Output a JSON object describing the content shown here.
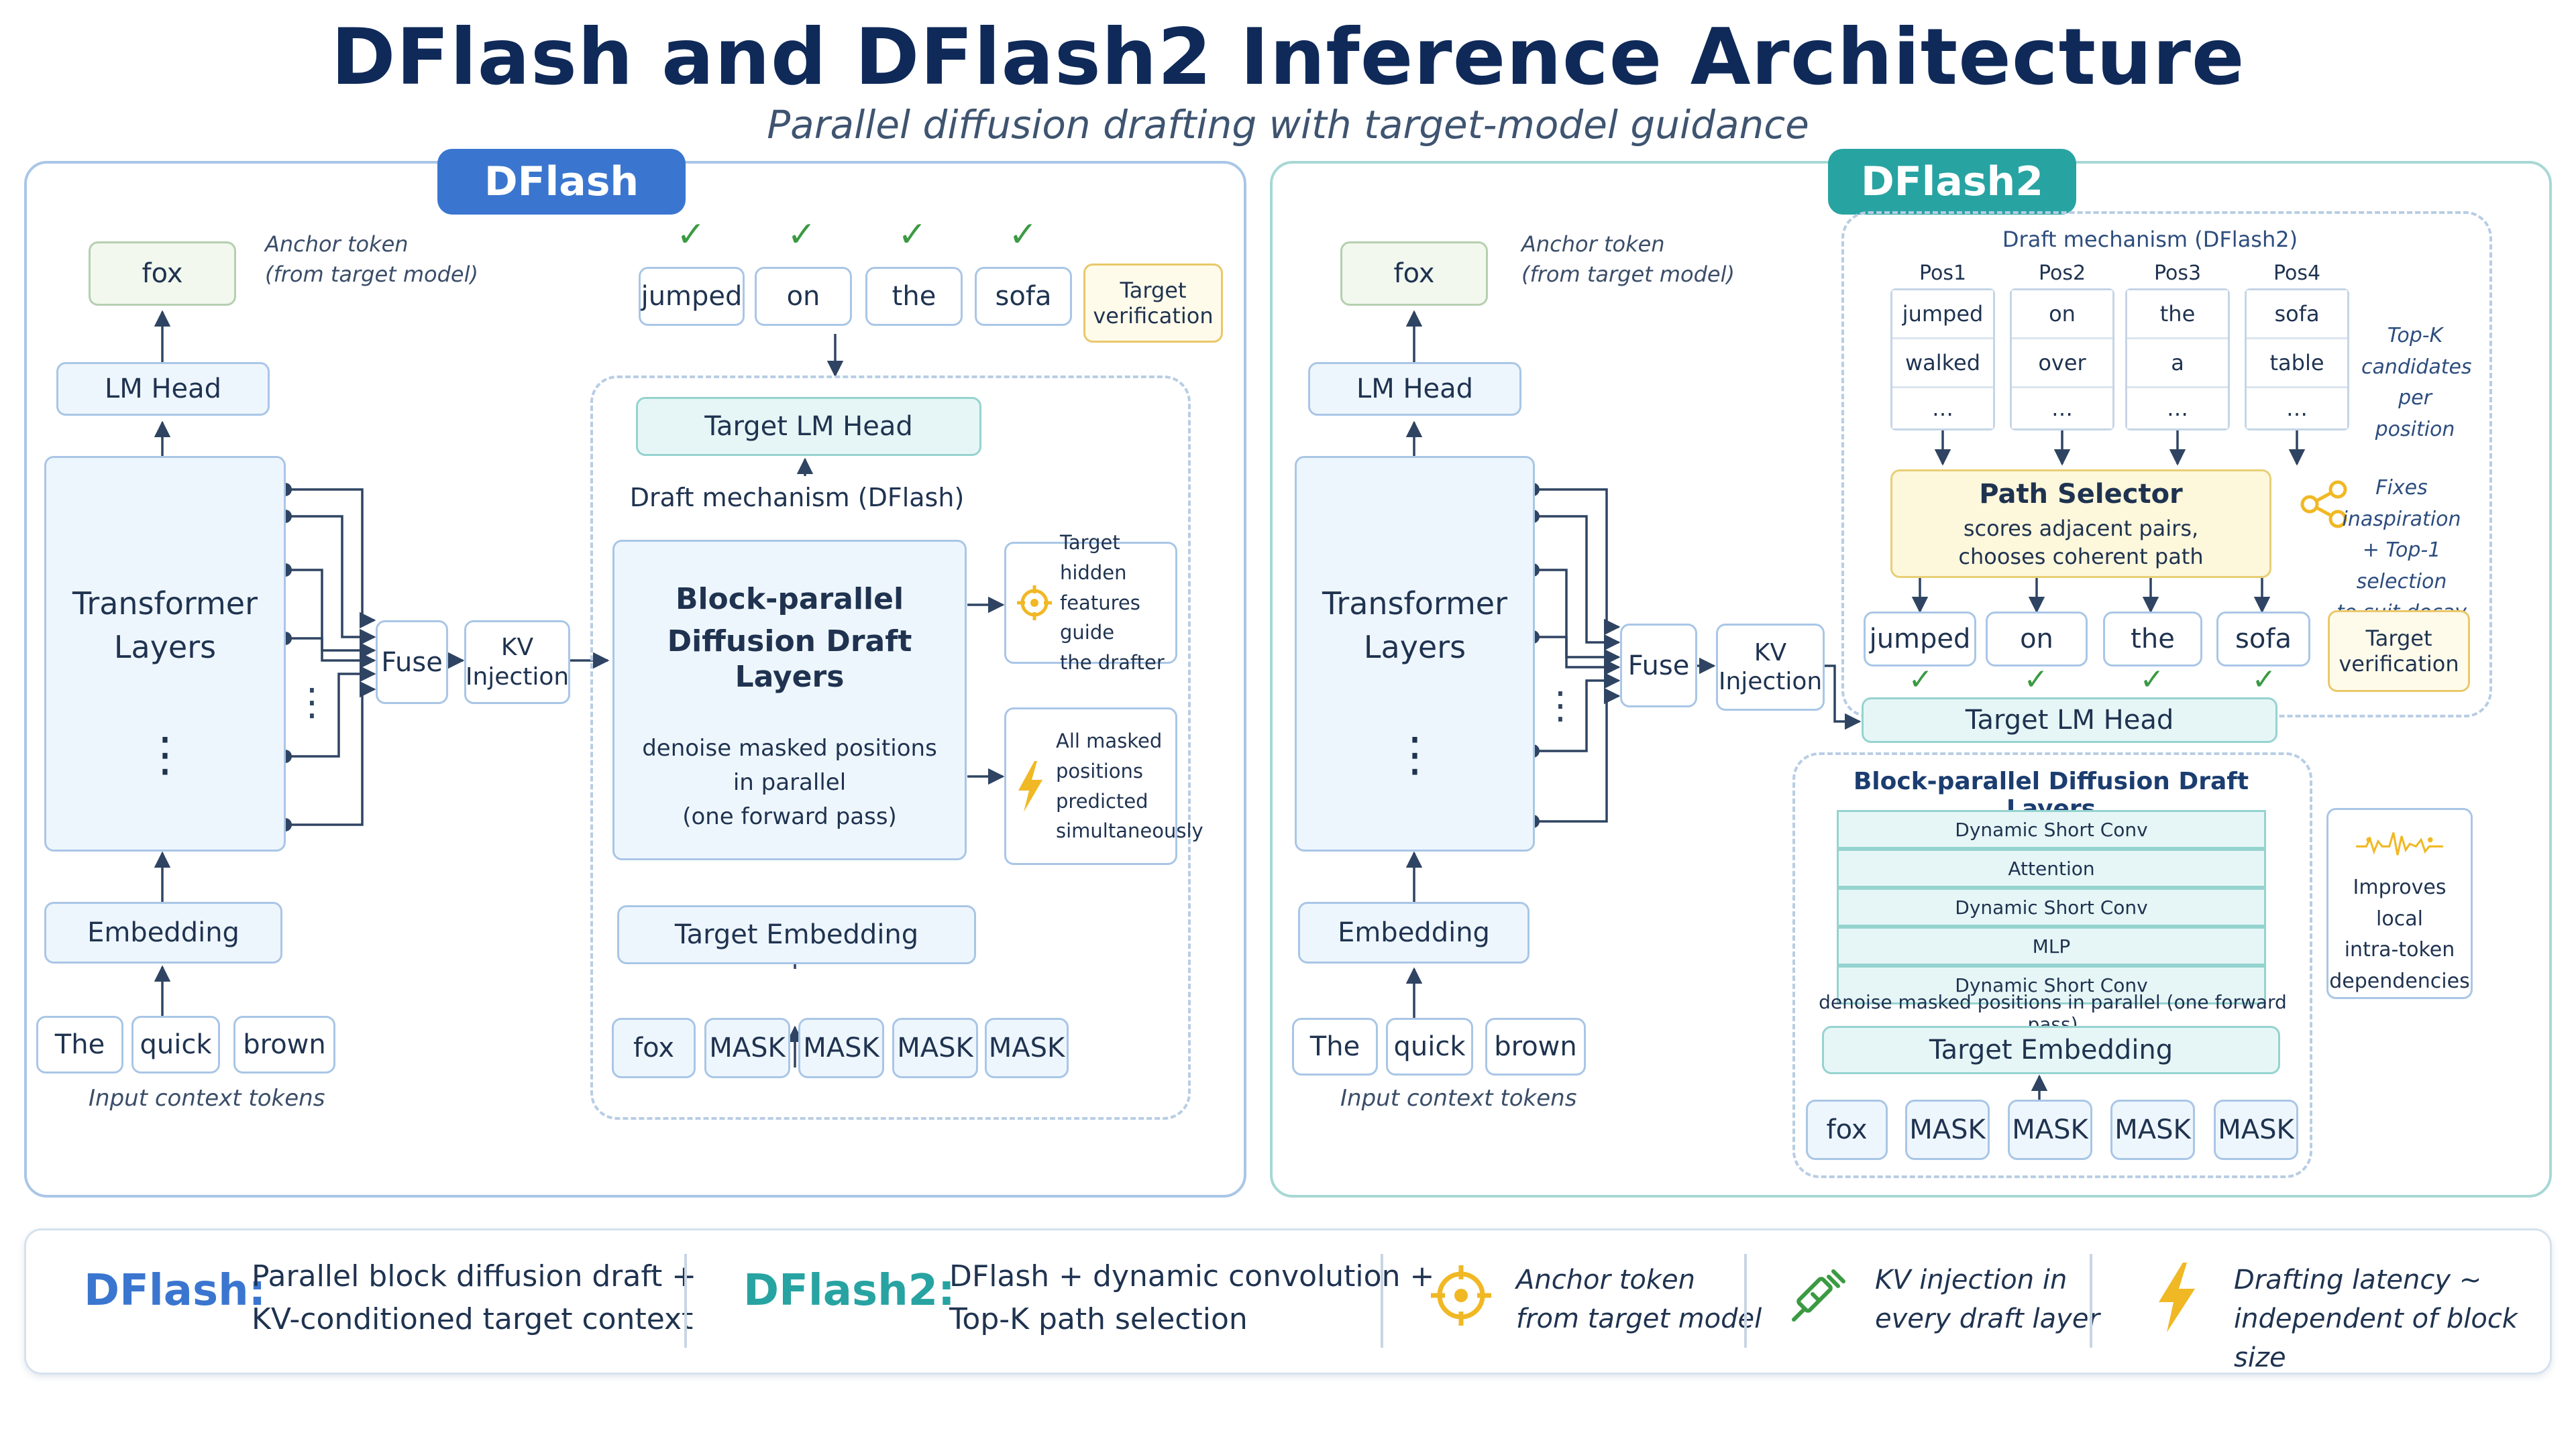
{
  "title": "DFlash and DFlash2 Inference Architecture",
  "subtitle": "Parallel diffusion drafting with target-model guidance",
  "colors": {
    "dflash": "#3a76cf",
    "dflash2": "#27a3a2",
    "check": "#3b9a42",
    "accent_yellow": "#f0b824",
    "legend_icon_green": "#3b9a42"
  },
  "dflash": {
    "tag": "DFlash",
    "anchor_token": "fox",
    "anchor_note_line1": "Anchor token",
    "anchor_note_line2": "(from target model)",
    "lm_head": "LM Head",
    "transformer_line1": "Transformer",
    "transformer_line2": "Layers",
    "vdots": "⋮",
    "embedding": "Embedding",
    "inputs": [
      "The",
      "quick",
      "brown"
    ],
    "input_caption": "Input context tokens",
    "fuse": "Fuse",
    "kv_line1": "KV",
    "kv_line2": "Injection",
    "outputs": [
      "jumped",
      "on",
      "the",
      "sofa"
    ],
    "check": "✓",
    "target_verification_line1": "Target",
    "target_verification_line2": "verification",
    "target_lm_head": "Target LM Head",
    "draft_mechanism": "Draft mechanism (DFlash)",
    "block_title_line1": "Block-parallel",
    "block_title_line2": "Diffusion Draft Layers",
    "block_desc_line1": "denoise masked positions",
    "block_desc_line2": "in parallel",
    "block_desc_line3": "(one forward pass)",
    "callout1": [
      "Target hidden",
      "features guide",
      "the drafter"
    ],
    "callout2": [
      "All masked",
      "positions",
      "predicted",
      "simultaneously"
    ],
    "target_embedding": "Target Embedding",
    "draft_inputs": [
      "fox",
      "MASK",
      "MASK",
      "MASK",
      "MASK"
    ]
  },
  "dflash2": {
    "tag": "DFlash2",
    "anchor_token": "fox",
    "anchor_note_line1": "Anchor token",
    "anchor_note_line2": "(from target model)",
    "lm_head": "LM Head",
    "transformer_line1": "Transformer",
    "transformer_line2": "Layers",
    "vdots": "⋮",
    "embedding": "Embedding",
    "inputs": [
      "The",
      "quick",
      "brown"
    ],
    "input_caption": "Input context tokens",
    "fuse": "Fuse",
    "kv_line1": "KV",
    "kv_line2": "Injection",
    "draft_mechanism": "Draft mechanism (DFlash2)",
    "positions": [
      {
        "label": "Pos1",
        "cands": [
          "jumped",
          "walked",
          "…"
        ]
      },
      {
        "label": "Pos2",
        "cands": [
          "on",
          "over",
          "…"
        ]
      },
      {
        "label": "Pos3",
        "cands": [
          "the",
          "a",
          "…"
        ]
      },
      {
        "label": "Pos4",
        "cands": [
          "sofa",
          "table",
          "…"
        ]
      }
    ],
    "topk_note": [
      "Top-K",
      "candidates",
      "per position"
    ],
    "path_selector_title": "Path Selector",
    "path_selector_line1": "scores adjacent pairs,",
    "path_selector_line2": "chooses coherent path",
    "fixes_note": [
      "Fixes",
      "inaspiration",
      "+ Top-1 selection",
      "to suit decay"
    ],
    "outputs": [
      "jumped",
      "on",
      "the",
      "sofa"
    ],
    "check": "✓",
    "target_verification_line1": "Target",
    "target_verification_line2": "verification",
    "target_lm_head": "Target LM Head",
    "block_title": "Block-parallel Diffusion Draft Layers",
    "layers": [
      "Dynamic Short Conv",
      "Attention",
      "Dynamic Short Conv",
      "MLP",
      "Dynamic Short Conv"
    ],
    "denoise_caption": "denoise masked positions in parallel (one forward pass)",
    "improves_note": [
      "Improves local",
      "intra-token",
      "dependencies"
    ],
    "target_embedding": "Target Embedding",
    "draft_inputs": [
      "fox",
      "MASK",
      "MASK",
      "MASK",
      "MASK"
    ]
  },
  "legend": {
    "dflash_label": "DFlash:",
    "dflash_line1": "Parallel block diffusion draft +",
    "dflash_line2": "KV-conditioned target context",
    "dflash2_label": "DFlash2:",
    "dflash2_line1": "DFlash + dynamic convolution +",
    "dflash2_line2": "Top-K path selection",
    "anchor_line1": "Anchor token",
    "anchor_line2": "from target model",
    "kv_line1": "KV injection in",
    "kv_line2": "every draft layer",
    "latency_line1": "Drafting latency ~",
    "latency_line2": "independent of block size"
  }
}
